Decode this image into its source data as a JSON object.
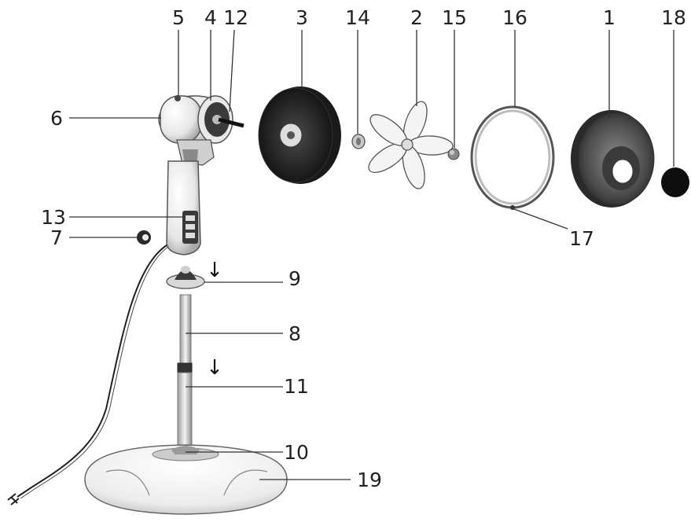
{
  "diagram": {
    "colors": {
      "dark_part": "#2a2a2a",
      "mid_part": "#6b6b6b",
      "light_part": "#f2f2f2",
      "outline": "#444444",
      "label": "#222222"
    },
    "labels": {
      "l1": "1",
      "l2": "2",
      "l3": "3",
      "l4": "4",
      "l5": "5",
      "l6": "6",
      "l7": "7",
      "l8": "8",
      "l9": "9",
      "l10": "10",
      "l11": "11",
      "l12": "12",
      "l13": "13",
      "l14": "14",
      "l15": "15",
      "l16": "16",
      "l17": "17",
      "l18": "18",
      "l19": "19"
    },
    "arrows": {
      "a1": "↓",
      "a2": "↓"
    }
  }
}
